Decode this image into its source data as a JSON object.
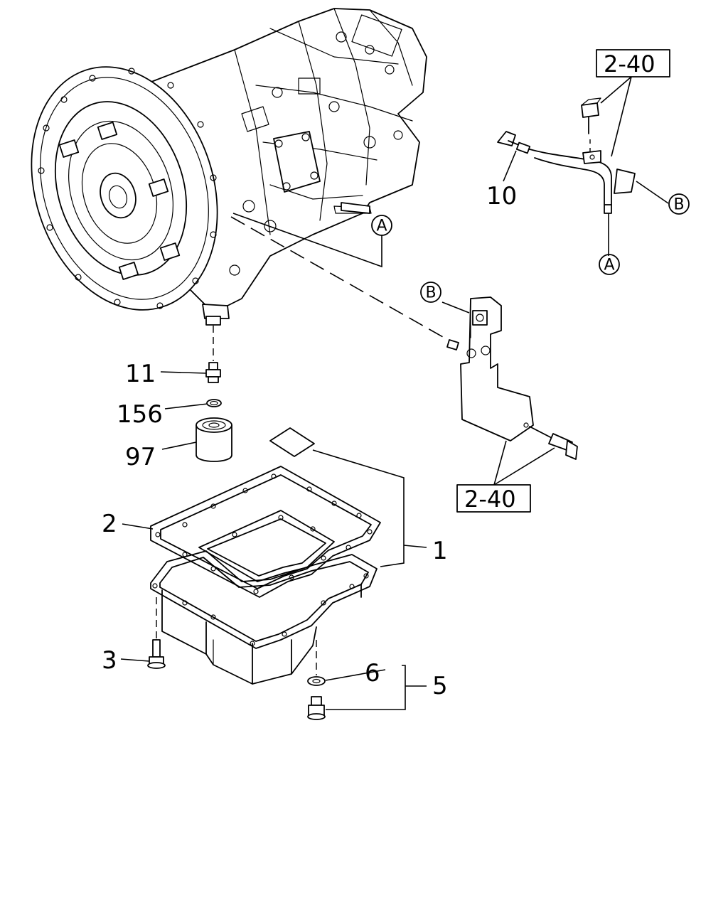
{
  "callouts": {
    "p1": "1",
    "p2": "2",
    "p3": "3",
    "p5": "5",
    "p6": "6",
    "p10": "10",
    "p11": "11",
    "p156": "156",
    "p97": "97"
  },
  "refs": {
    "top": "2-40",
    "bottom": "2-40"
  },
  "markers": {
    "a": "A",
    "b": "B"
  }
}
